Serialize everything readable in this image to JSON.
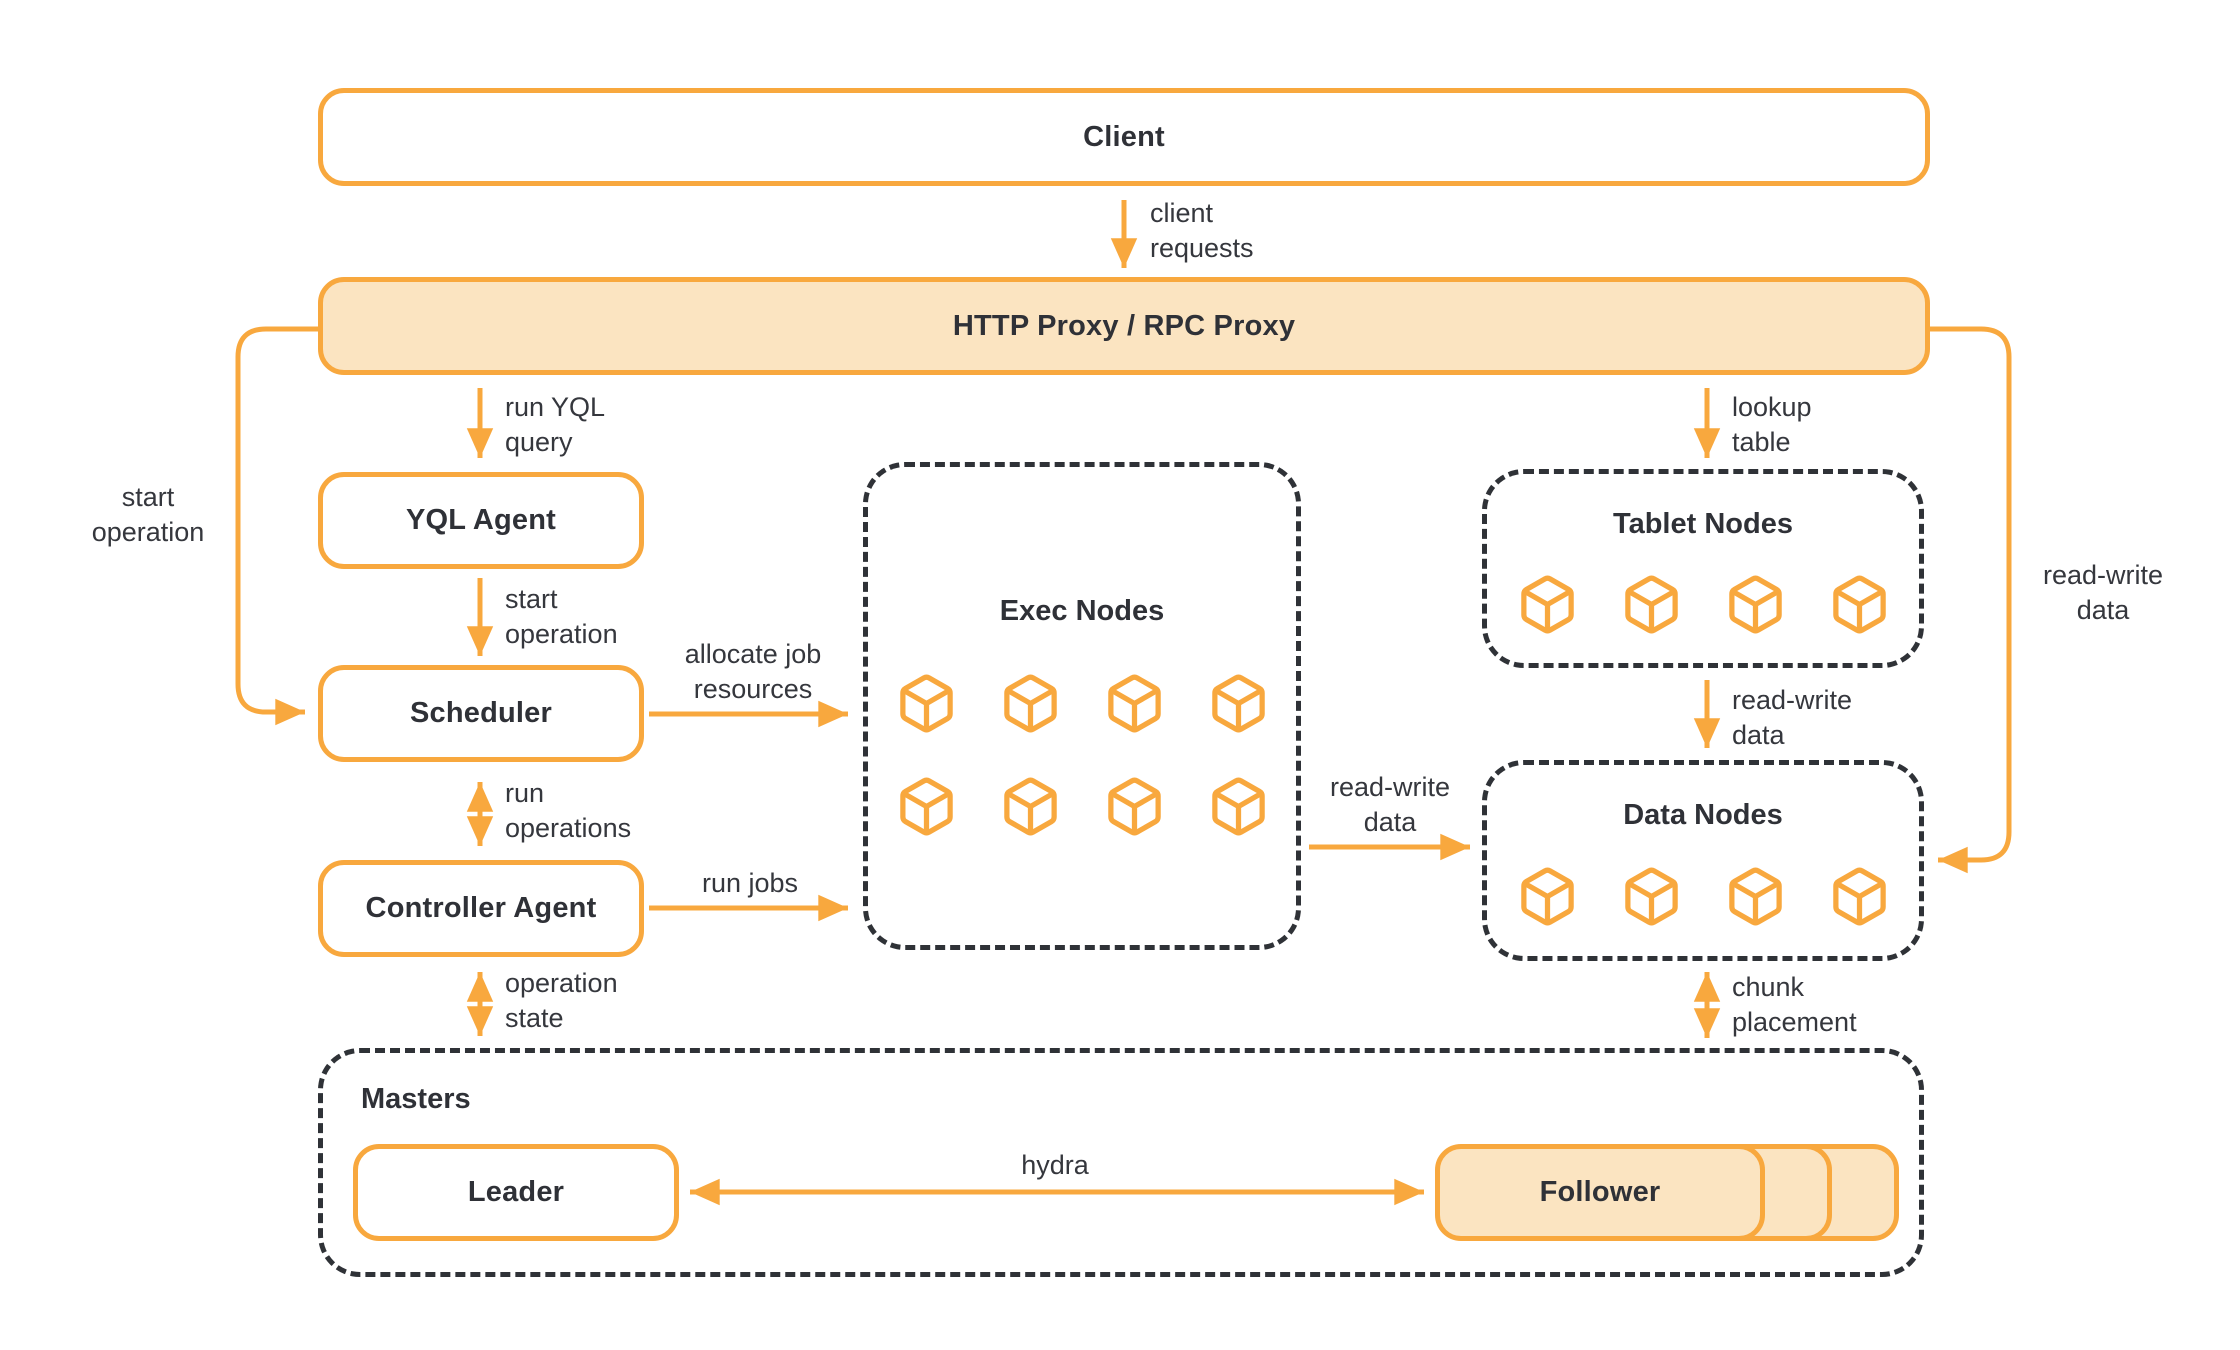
{
  "colors": {
    "accent": "#f8a83e",
    "accent_fill": "#fbe4c1",
    "dashed_border": "#2f3237",
    "text": "#2f3137",
    "background": "#ffffff"
  },
  "nodes": {
    "client": {
      "label": "Client"
    },
    "http_proxy": {
      "label": "HTTP Proxy / RPC Proxy"
    },
    "yql_agent": {
      "label": "YQL Agent"
    },
    "scheduler": {
      "label": "Scheduler"
    },
    "controller_agent": {
      "label": "Controller Agent"
    },
    "exec_nodes": {
      "label": "Exec Nodes",
      "cube_rows": [
        4,
        4
      ]
    },
    "tablet_nodes": {
      "label": "Tablet Nodes",
      "cube_rows": [
        4
      ]
    },
    "data_nodes": {
      "label": "Data Nodes",
      "cube_rows": [
        4
      ]
    },
    "masters": {
      "label": "Masters"
    },
    "leader": {
      "label": "Leader"
    },
    "follower": {
      "label": "Follower",
      "stack_count": 3
    }
  },
  "edges": {
    "client_requests": {
      "label": "client\nrequests"
    },
    "start_operation_proxy_scheduler": {
      "label": "start\noperation"
    },
    "run_yql_query": {
      "label": "run YQL\nquery"
    },
    "start_operation_yql_scheduler": {
      "label": "start\noperation"
    },
    "allocate_job_resources": {
      "label": "allocate job\nresources"
    },
    "run_operations": {
      "label": "run\noperations"
    },
    "run_jobs": {
      "label": "run jobs"
    },
    "operation_state": {
      "label": "operation\nstate"
    },
    "lookup_table": {
      "label": "lookup\ntable"
    },
    "read_write_tablet_data": {
      "label": "read-write\ndata"
    },
    "read_write_exec_data": {
      "label": "read-write\ndata"
    },
    "read_write_proxy_data": {
      "label": "read-write\ndata"
    },
    "chunk_placement": {
      "label": "chunk\nplacement"
    },
    "hydra": {
      "label": "hydra"
    }
  }
}
